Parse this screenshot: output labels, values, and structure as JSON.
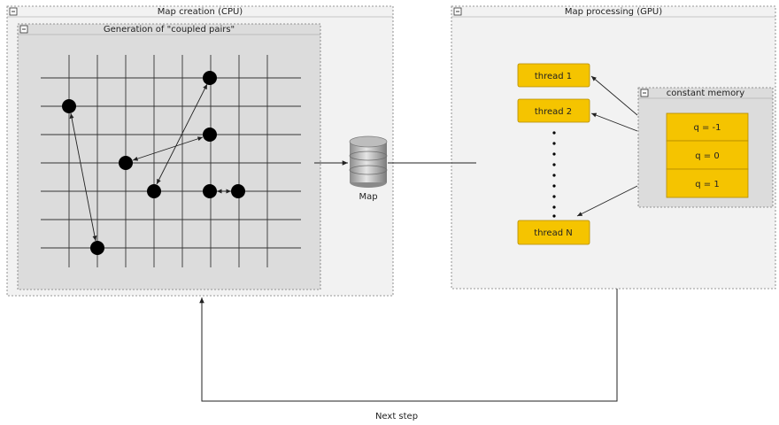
{
  "cpu_panel": {
    "title": "Map creation (CPU)"
  },
  "pairs_panel": {
    "title": "Generation of \"coupled pairs\""
  },
  "map_node": {
    "label": "Map"
  },
  "gpu_panel": {
    "title": "Map processing (GPU)"
  },
  "threads": [
    {
      "label": "thread 1"
    },
    {
      "label": "thread 2"
    },
    {
      "label": "thread N"
    }
  ],
  "constant_memory": {
    "title": "constant memory",
    "values": [
      "q = -1",
      "q = 0",
      "q = 1"
    ]
  },
  "loop_label": "Next step",
  "colors": {
    "thread_fill": "#f5c400",
    "thread_stroke": "#b38b00",
    "panel_bg": "#f2f2f2",
    "inner_panel_bg": "#dcdcdc",
    "node": "#000000"
  }
}
